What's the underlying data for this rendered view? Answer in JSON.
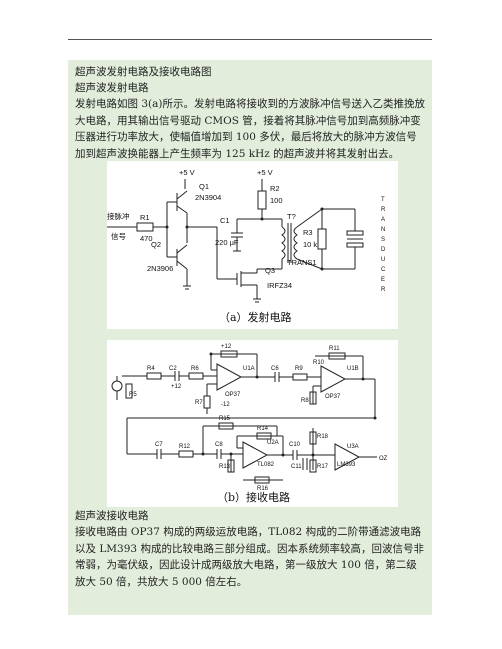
{
  "doc": {
    "title": "超声波发射电路及接收电路图",
    "section1": "超声波发射电路",
    "para1": "发射电路如图 3(a)所示。发射电路将接收到的方波脉冲信号送入乙类推挽放大电路，用其输出信号驱动 CMOS 管，接着将其脉冲信号加到高频脉冲变压器进行功率放大，使幅值增加到 100 多伏，最后将放大的脉冲方波信号加到超声波换能器上产生频率为 125 kHz 的超声波并将其发射出去。",
    "section2": "超声波接收电路",
    "para2": "接收电路由 OP37 构成的两级运放电路，TL082 构成的二阶带通滤波电路以及 LM393 构成的比较电路三部分组成。因本系统频率较高，回波信号非常弱，为毫伏级，因此设计成两级放大电路，第一级放大 100 倍，第二级放大 50 倍，共放大 5 000 倍左右。"
  },
  "fig_a": {
    "caption": "（a）发射电路",
    "labels": {
      "vcc1": "+5 V",
      "q1": "Q1",
      "q1_part": "2N3904",
      "in1": "接脉冲",
      "in2": "信号",
      "r1": "R1",
      "r1_val": "470",
      "q2": "Q2",
      "q2_part": "2N3906",
      "vcc2": "+5 V",
      "r2": "R2",
      "r2_val": "100",
      "c1": "C1",
      "c1_val": "220 μF",
      "t": "T?",
      "q3": "Q3",
      "q3_part": "IRFZ34",
      "trans": "TRANS1",
      "r3": "R3",
      "r3_val": "10 k",
      "transducer": [
        "T",
        "R",
        "A",
        "N",
        "S",
        "D",
        "U",
        "C",
        "E",
        "R"
      ]
    }
  },
  "fig_b": {
    "caption": "（b）接收电路",
    "labels": {
      "r4": "R4",
      "c2": "C2",
      "r6": "R6",
      "u1a": "U1A",
      "op37a": "OP37",
      "r5": "R5",
      "r7": "R7",
      "c6": "C6",
      "r9": "R9",
      "r10": "R10",
      "r11": "R11",
      "u1b": "U1B",
      "op37b": "OP37",
      "r8": "R8",
      "c7": "C7",
      "r12": "R12",
      "c8": "C8",
      "r15": "R15",
      "r14": "R14",
      "u2a": "U2A",
      "tl082": "TL082",
      "r13": "R13",
      "r16": "R16",
      "c10": "C10",
      "r18": "R18",
      "c11": "C11",
      "r17": "R17",
      "u3a": "U3A",
      "lm393": "LM393",
      "oz": "OZ",
      "p12": "+12",
      "m12": "-12"
    }
  }
}
